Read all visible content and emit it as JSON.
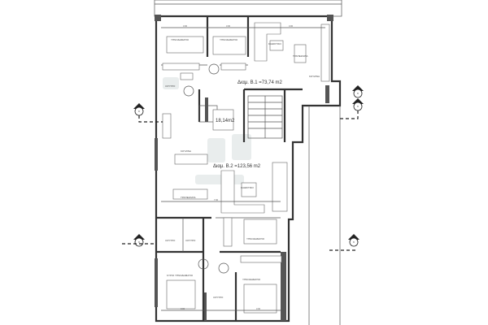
{
  "plan": {
    "apartment_b1": {
      "area_label": "Διαμ. Β.1 =73,74 m2"
    },
    "apartment_b2": {
      "area_label": "Διαμ. Β.2 =123,56 m2"
    },
    "common_area": {
      "area_label": "18,14m2"
    },
    "rooms": {
      "bedroom_1": "ΥΠΝΟΔΩΜΑΤΙΟ",
      "bedroom_2": "ΥΠΝΟΔΩΜΑΤΙΟ",
      "living_1": "ΚΑΘΙΣΤΙΚΟ",
      "dining_1": "ΤΡΑΠΕΖΑΡΙΑ",
      "kitchen_1": "ΚΟΥΖΙΝΑ",
      "bath_1": "ΛΟΥΤΡΟ",
      "kitchen_2": "ΚΟΥΖΙΝΑ",
      "dining_2": "ΤΡΑΠΕΖΑΡΙΑ",
      "living_2": "ΚΑΘΙΣΤΙΚΟ",
      "bedroom_3": "ΥΠΝΟΔΩΜΑΤΙΟ",
      "bath_2": "ΛΟΥΤΡΟ",
      "wc_2": "ΛΟΥΤΡΟ",
      "master_bedroom": "ΚΥΡΙΟ ΥΠΝΟΔΩΜΑΤΙΟ",
      "bedroom_4": "ΥΠΝΟΔΩΜΑΤΙΟ",
      "bath_3": "ΛΟΥΤΡΟ"
    },
    "dimensions": {
      "d1": "3.00",
      "d2": "3.00",
      "d3": "3.00",
      "d4": "7.00",
      "d5": "3.00",
      "d6": "3.00"
    },
    "section_markers": [
      "Β",
      "Β",
      "Β",
      "Β",
      "Β",
      "Β"
    ],
    "colors": {
      "wall": "#333333",
      "watermark": "#e8ecec"
    }
  }
}
